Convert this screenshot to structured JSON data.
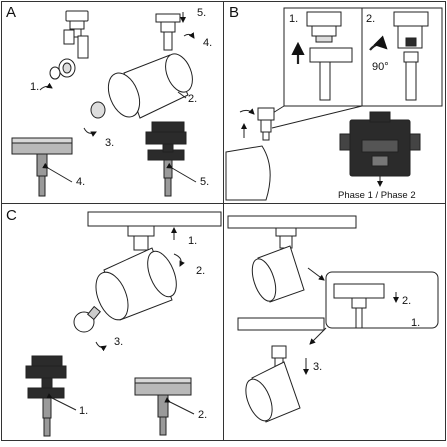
{
  "panels": [
    {
      "letter": "A",
      "labels": [
        "5.",
        "4.",
        "1.",
        "2.",
        "3.",
        "4.",
        "5."
      ]
    },
    {
      "letter": "B",
      "labels": [
        "1.",
        "2.",
        "90°"
      ],
      "caption": "Phase 1 / Phase 2"
    },
    {
      "letter": "C",
      "labels": [
        "1.",
        "2.",
        "3.",
        "1.",
        "2."
      ]
    },
    {
      "letter": "",
      "labels": [
        "2.",
        "1.",
        "3."
      ]
    }
  ],
  "colors": {
    "line": "#222222",
    "adapter_dark": "#2b2b2b",
    "adapter_grey": "#b9b9b9",
    "pole": "#9a9a9a"
  }
}
